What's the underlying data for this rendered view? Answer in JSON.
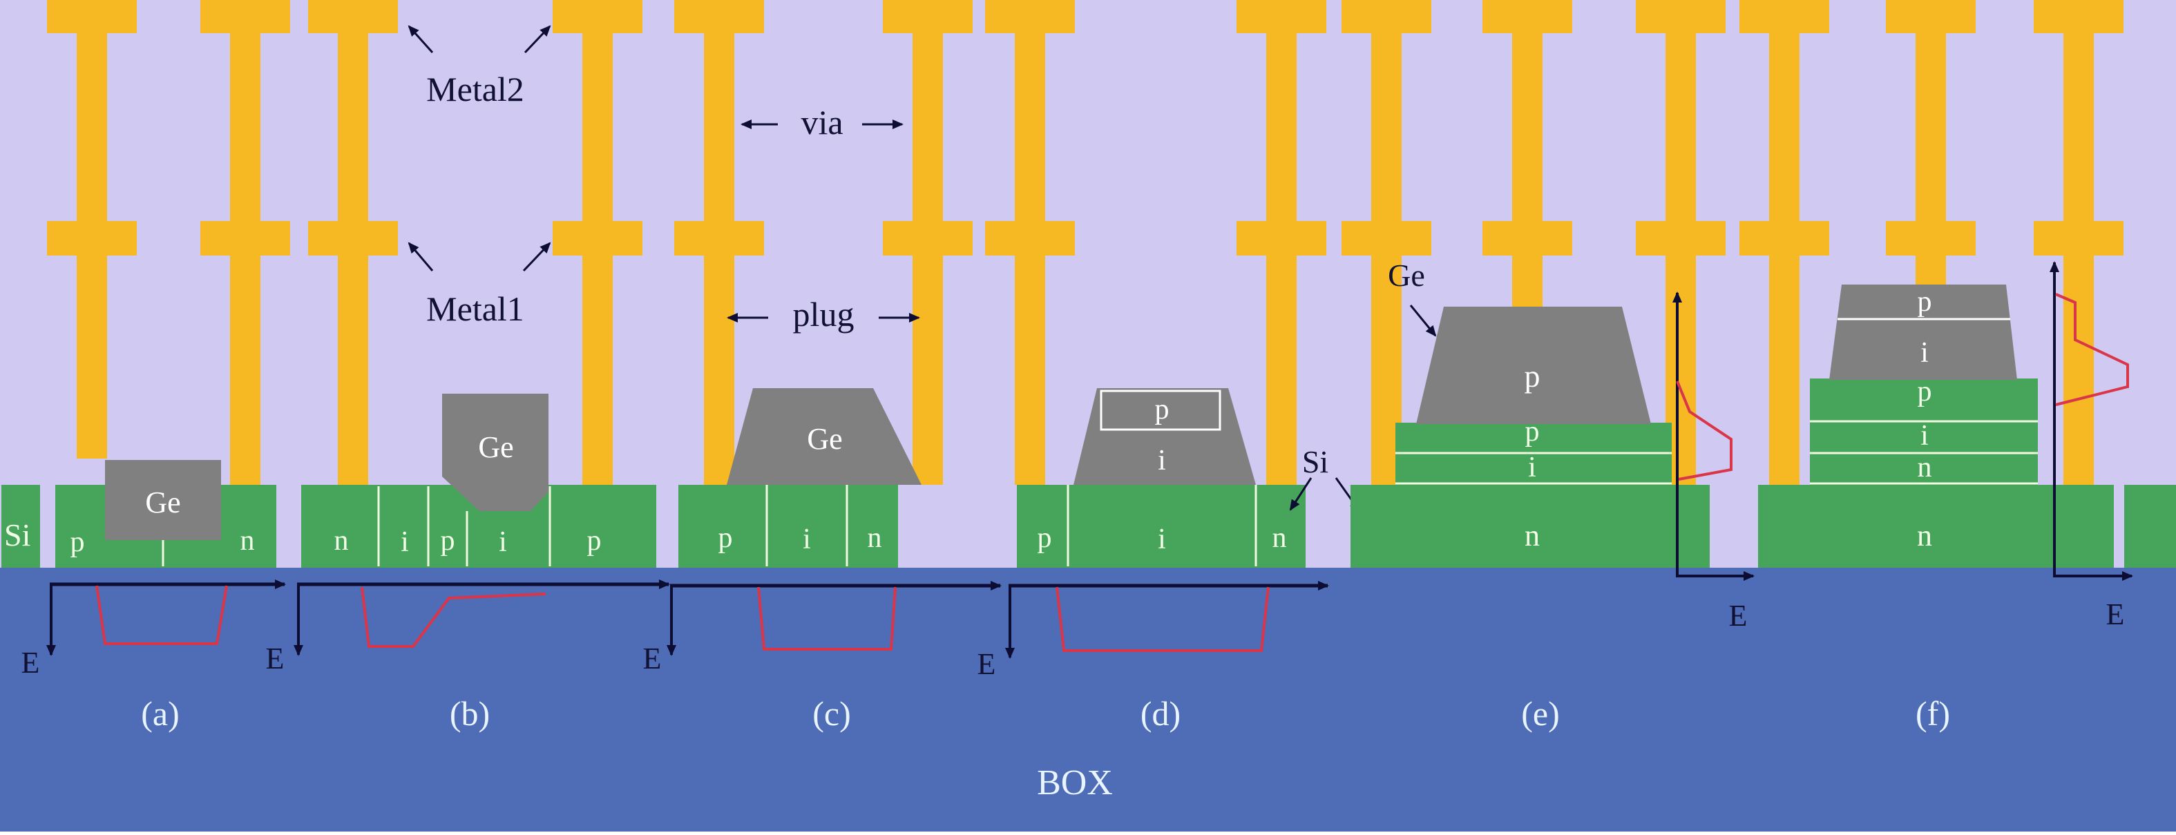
{
  "colors": {
    "oxide": "#d0c9f1",
    "metal": "#f6b823",
    "silicon": "#46a55a",
    "germanium": "#808080",
    "box": "#4f6cb6",
    "arrow": "#0d0d33",
    "band": "#d9364a",
    "divider": "#f0ffe0"
  },
  "annotations": {
    "metal2": "Metal2",
    "metal1": "Metal1",
    "via": "via",
    "plug": "plug",
    "box": "BOX",
    "si_left": "Si",
    "si_mid": "Si",
    "ge_e": "Ge",
    "via_left_arrow": "←",
    "via_right_arrow": "→",
    "plug_left_arrow": "←",
    "plug_right_arrow": "→"
  },
  "panels": [
    {
      "id": "a",
      "caption": "(a)",
      "ge_label": "Ge",
      "si_regions": [
        "p",
        "n"
      ],
      "axis_label": "E",
      "band_profile": "well"
    },
    {
      "id": "b",
      "caption": "(b)",
      "ge_label": "Ge",
      "si_regions": [
        "n",
        "i",
        "p",
        "i",
        "p"
      ],
      "axis_label": "E",
      "band_profile": "well-then-ramp"
    },
    {
      "id": "c",
      "caption": "(c)",
      "ge_label": "Ge",
      "si_regions": [
        "p",
        "i",
        "n"
      ],
      "axis_label": "E",
      "band_profile": "well"
    },
    {
      "id": "d",
      "caption": "(d)",
      "ge_layers": [
        "p",
        "i"
      ],
      "si_regions": [
        "p",
        "i",
        "n"
      ],
      "axis_label": "E",
      "band_profile": "well"
    },
    {
      "id": "e",
      "caption": "(e)",
      "ge_layers": [
        "p"
      ],
      "stack_layers": [
        "p",
        "i"
      ],
      "si_base": "n",
      "axis_label": "E",
      "band_profile": "vertical-bump"
    },
    {
      "id": "f",
      "caption": "(f)",
      "ge_layers": [
        "p",
        "i"
      ],
      "stack_layers": [
        "p",
        "i",
        "n"
      ],
      "si_base": "n",
      "axis_label": "E",
      "band_profile": "vertical-double-step"
    }
  ]
}
